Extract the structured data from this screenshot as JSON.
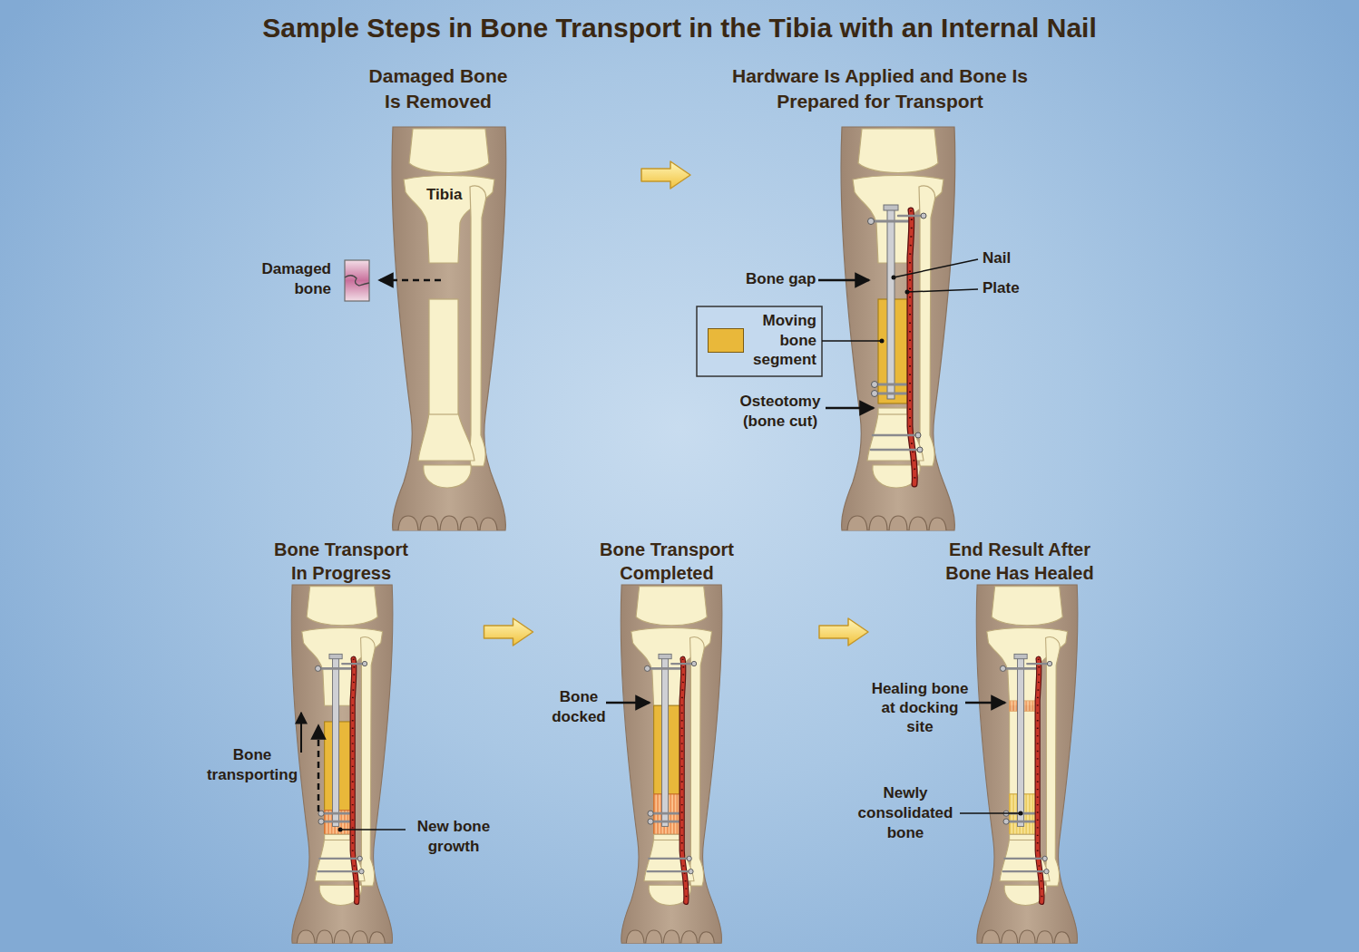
{
  "diagram": {
    "title": "Sample Steps in Bone Transport in the Tibia with an Internal Nail",
    "nodes": [
      {
        "text": [
          "Damaged Bone Is Removed"
        ]
      },
      {
        "text": [
          "Hardware Is Applied and Bone Is Prepared for Transport"
        ]
      },
      {
        "text": [
          "Bone Transport In Progress"
        ]
      },
      {
        "text": [
          "Bone Transport Completed"
        ]
      },
      {
        "text": [
          "End Result After Bone Has Healed"
        ]
      }
    ],
    "edges": [
      {
        "from": 0,
        "to": 1,
        "arrow": "to"
      },
      {
        "from": 2,
        "to": 3,
        "arrow": "to"
      },
      {
        "from": 3,
        "to": 4,
        "arrow": "to"
      }
    ],
    "labels": [
      "Tibia",
      "Damaged bone",
      "Bone gap",
      "Nail",
      "Plate",
      "Osteotomy (bone cut)",
      "Bone transporting",
      "New bone growth",
      "Bone docked",
      "Healing bone at docking site",
      "Newly consolidated bone"
    ],
    "legend": [
      {
        "text": "Moving bone segment",
        "color": "#e9b83a"
      }
    ]
  }
}
